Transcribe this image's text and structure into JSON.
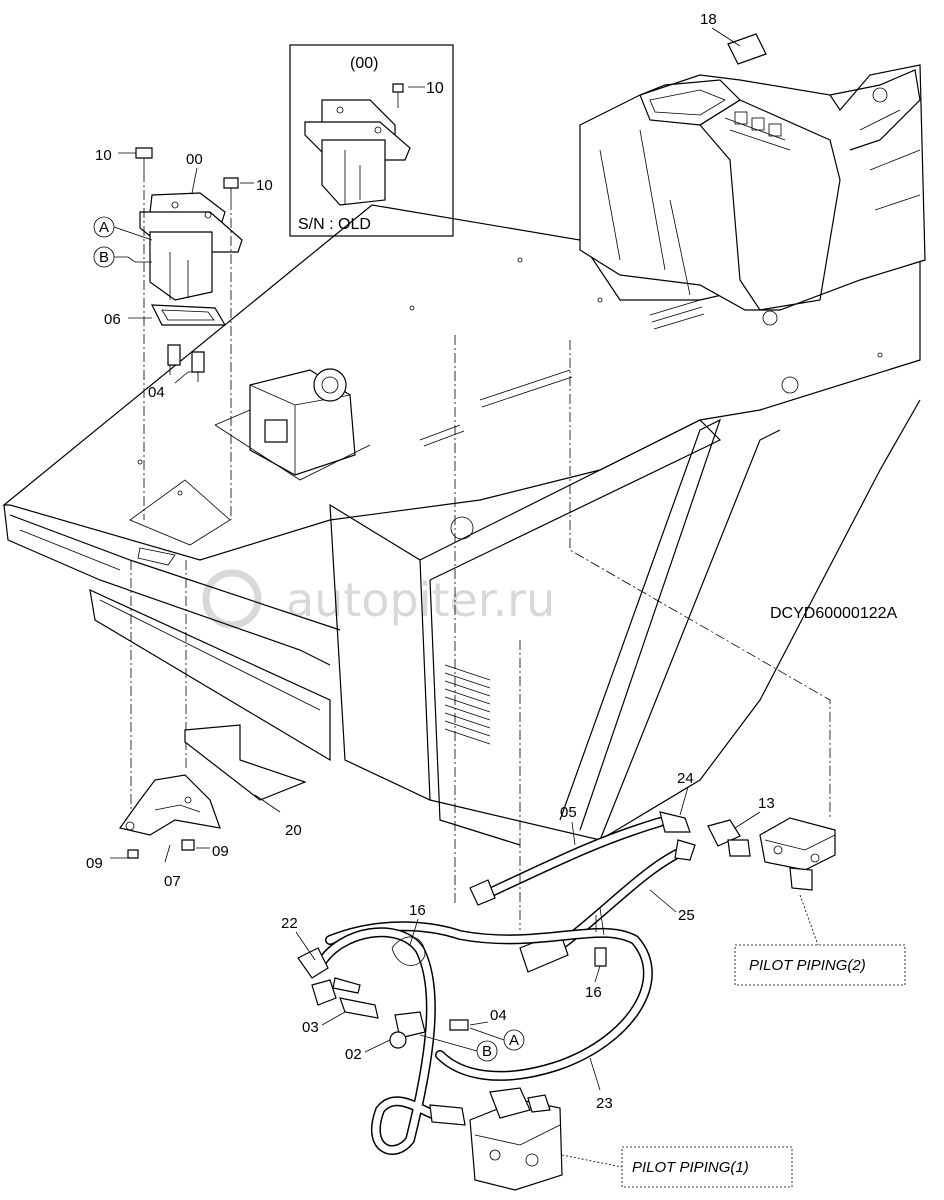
{
  "diagram": {
    "code": "DCYD60000122A",
    "watermark": "autopiter.ru",
    "inset": {
      "part_label": "(00)",
      "bolt_label": "10",
      "serial_note": "S/N : OLD"
    },
    "callouts": {
      "c18": "18",
      "c10a": "10",
      "c00": "00",
      "c10b": "10",
      "cA1": "A",
      "cB1": "B",
      "c06": "06",
      "c04a": "04",
      "c20": "20",
      "c09a": "09",
      "c09b": "09",
      "c07": "07",
      "c24": "24",
      "c13": "13",
      "c05": "05",
      "c25": "25",
      "c22": "22",
      "c16a": "16",
      "c16b": "16",
      "c03": "03",
      "c04b": "04",
      "cA2": "A",
      "c02": "02",
      "cB2": "B",
      "c23": "23"
    },
    "references": {
      "pilot2": "PILOT PIPING(2)",
      "pilot1": "PILOT PIPING(1)"
    }
  }
}
